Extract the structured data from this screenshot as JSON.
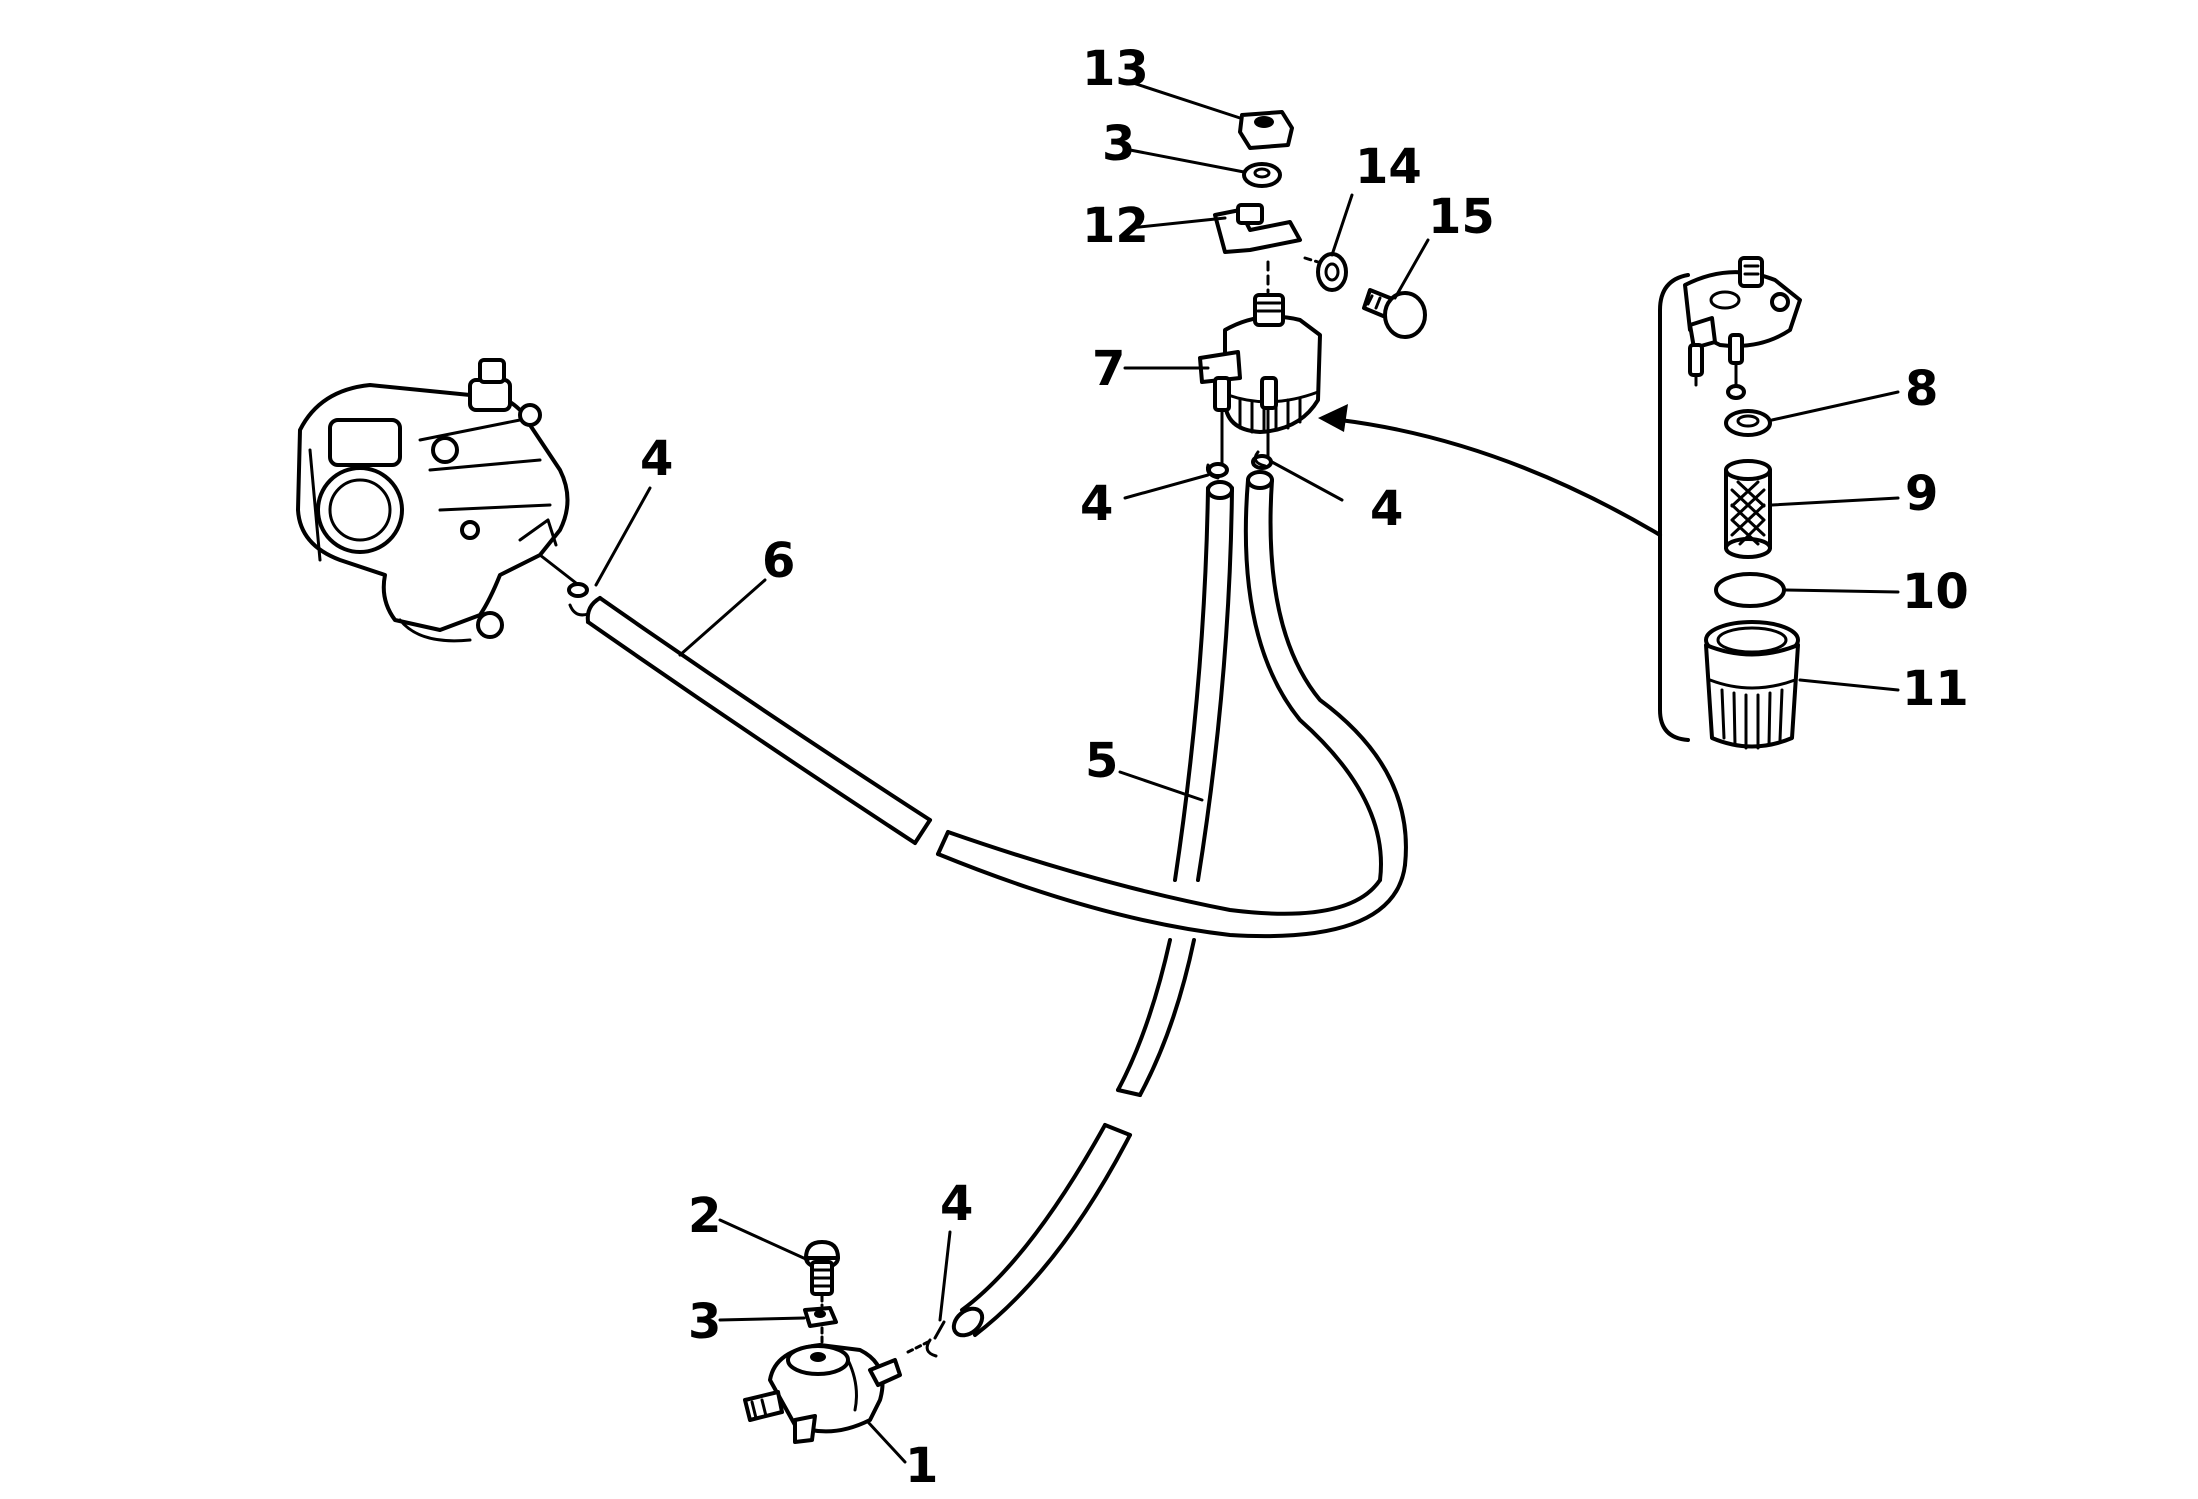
{
  "callouts": {
    "c1": "1",
    "c2": "2",
    "c3a": "3",
    "c3b": "3",
    "c4a": "4",
    "c4b": "4",
    "c4c": "4",
    "c4d": "4",
    "c5": "5",
    "c6": "6",
    "c7": "7",
    "c8": "8",
    "c9": "9",
    "c10": "10",
    "c11": "11",
    "c12": "12",
    "c13": "13",
    "c14": "14",
    "c15": "15"
  },
  "colors": {
    "ink": "#000000",
    "paper": "#ffffff"
  }
}
